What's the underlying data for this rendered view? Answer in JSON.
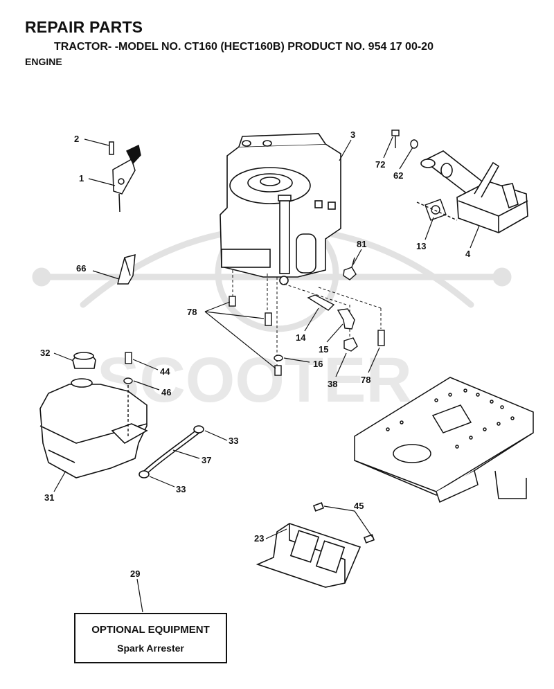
{
  "header": {
    "title": "REPAIR PARTS",
    "subtitle": "TRACTOR- -MODEL NO. CT160 (HECT160B) PRODUCT NO. 954 17 00-20",
    "section": "ENGINE"
  },
  "callouts": [
    {
      "id": "c2",
      "label": "2"
    },
    {
      "id": "c1",
      "label": "1"
    },
    {
      "id": "c3",
      "label": "3"
    },
    {
      "id": "c72",
      "label": "72"
    },
    {
      "id": "c62",
      "label": "62"
    },
    {
      "id": "c13",
      "label": "13"
    },
    {
      "id": "c4",
      "label": "4"
    },
    {
      "id": "c81",
      "label": "81"
    },
    {
      "id": "c66",
      "label": "66"
    },
    {
      "id": "c78a",
      "label": "78"
    },
    {
      "id": "c14",
      "label": "14"
    },
    {
      "id": "c15",
      "label": "15"
    },
    {
      "id": "c16",
      "label": "16"
    },
    {
      "id": "c38",
      "label": "38"
    },
    {
      "id": "c78b",
      "label": "78"
    },
    {
      "id": "c32",
      "label": "32"
    },
    {
      "id": "c44",
      "label": "44"
    },
    {
      "id": "c46",
      "label": "46"
    },
    {
      "id": "c33a",
      "label": "33"
    },
    {
      "id": "c37",
      "label": "37"
    },
    {
      "id": "c31",
      "label": "31"
    },
    {
      "id": "c33b",
      "label": "33"
    },
    {
      "id": "c45",
      "label": "45"
    },
    {
      "id": "c23",
      "label": "23"
    },
    {
      "id": "c29",
      "label": "29"
    }
  ],
  "optional_equipment": {
    "title": "OPTIONAL EQUIPMENT",
    "item": "Spark Arrester"
  },
  "colors": {
    "ink": "#111111",
    "watermark": "#e2e2e2"
  }
}
